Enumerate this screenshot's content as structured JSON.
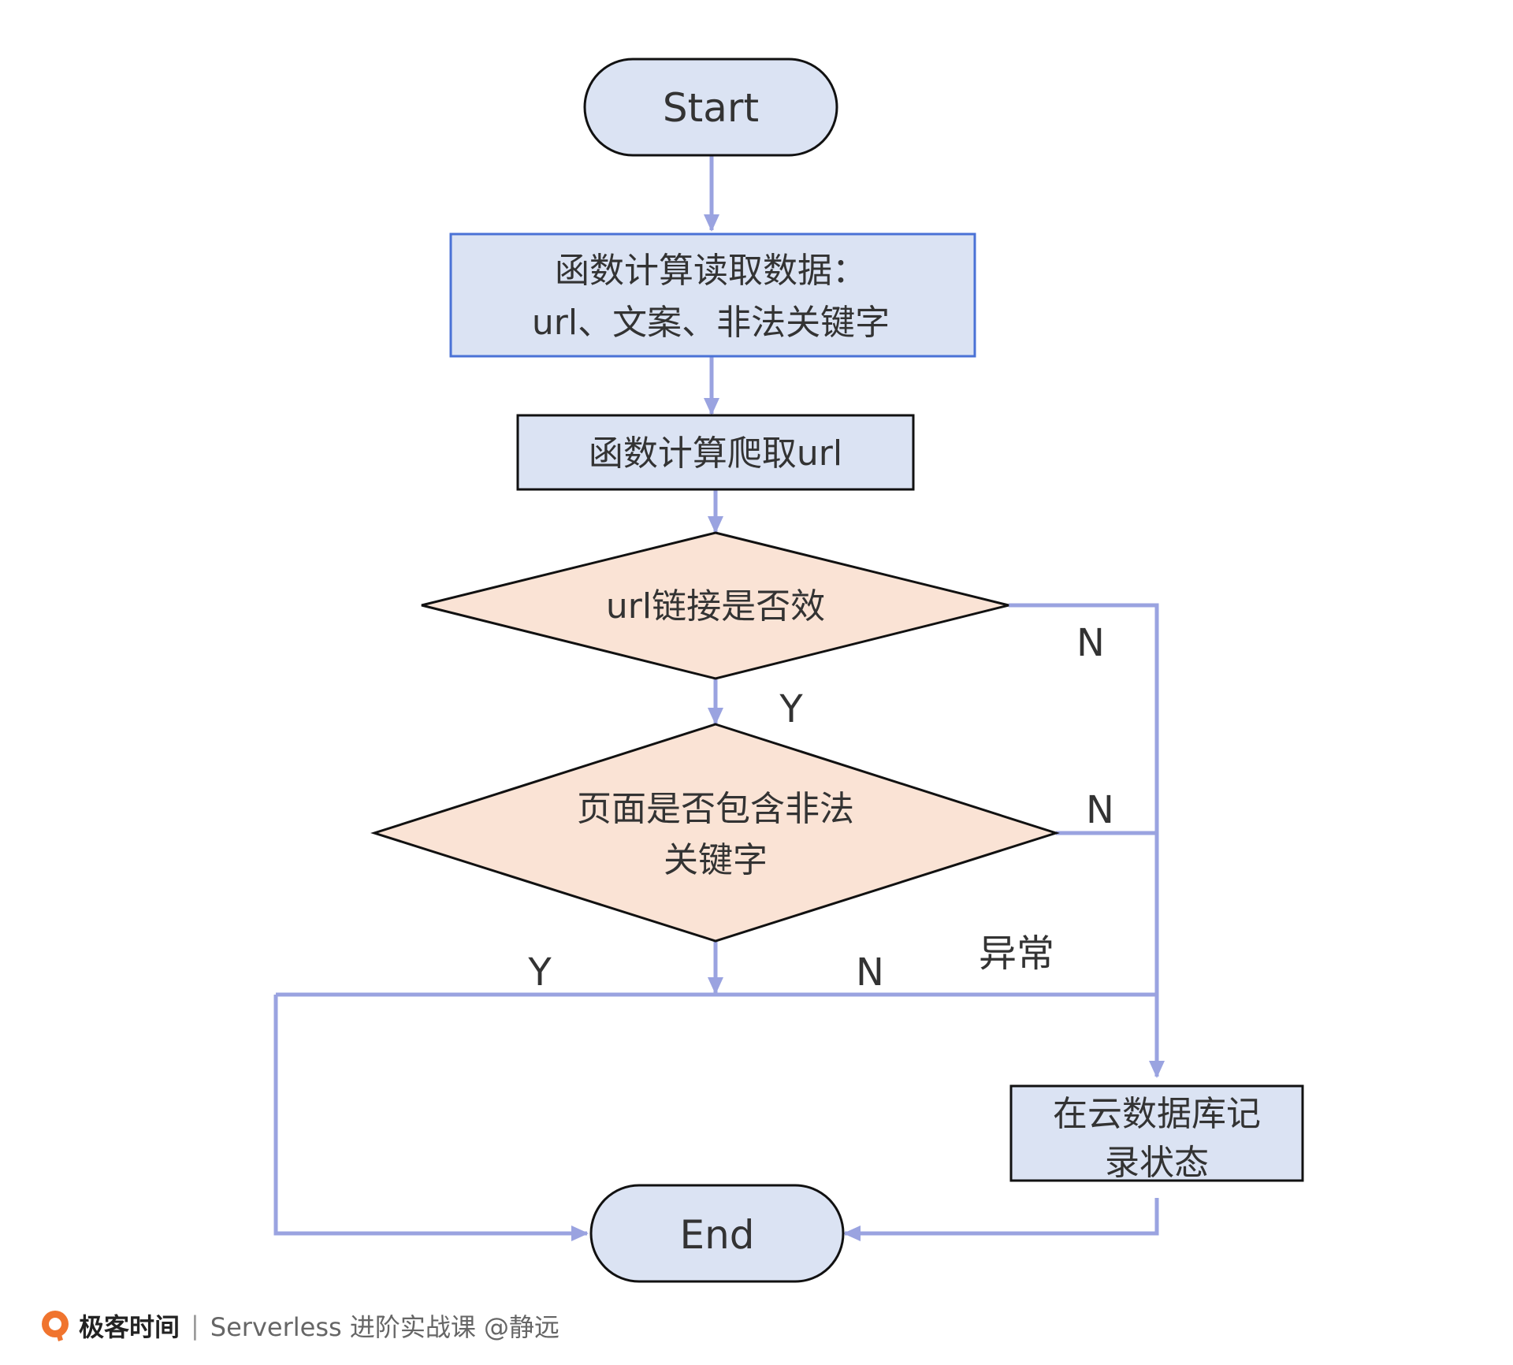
{
  "nodes": {
    "start": "Start",
    "read_line1": "函数计算读取数据：",
    "read_line2": "url、文案、非法关键字",
    "crawl": "函数计算爬取url",
    "url_valid": "url链接是否效",
    "keyword_line1": "页面是否包含非法",
    "keyword_line2": "关键字",
    "record_line1": "在云数据库记",
    "record_line2": "录状态",
    "end": "End"
  },
  "edge_labels": {
    "url_no": "N",
    "url_yes": "Y",
    "keyword_no": "N",
    "keyword_yes": "Y",
    "bottom_no": "N",
    "exception": "异常"
  },
  "colors": {
    "terminal_fill": "#dbe3f3",
    "process_fill": "#dbe3f3",
    "decision_fill": "#fae3d5",
    "arrow": "#9aa3e0",
    "highlight_border": "#4a72d6"
  },
  "footer": {
    "brand": "极客时间",
    "separator": "|",
    "course": "Serverless 进阶实战课 @静远"
  }
}
